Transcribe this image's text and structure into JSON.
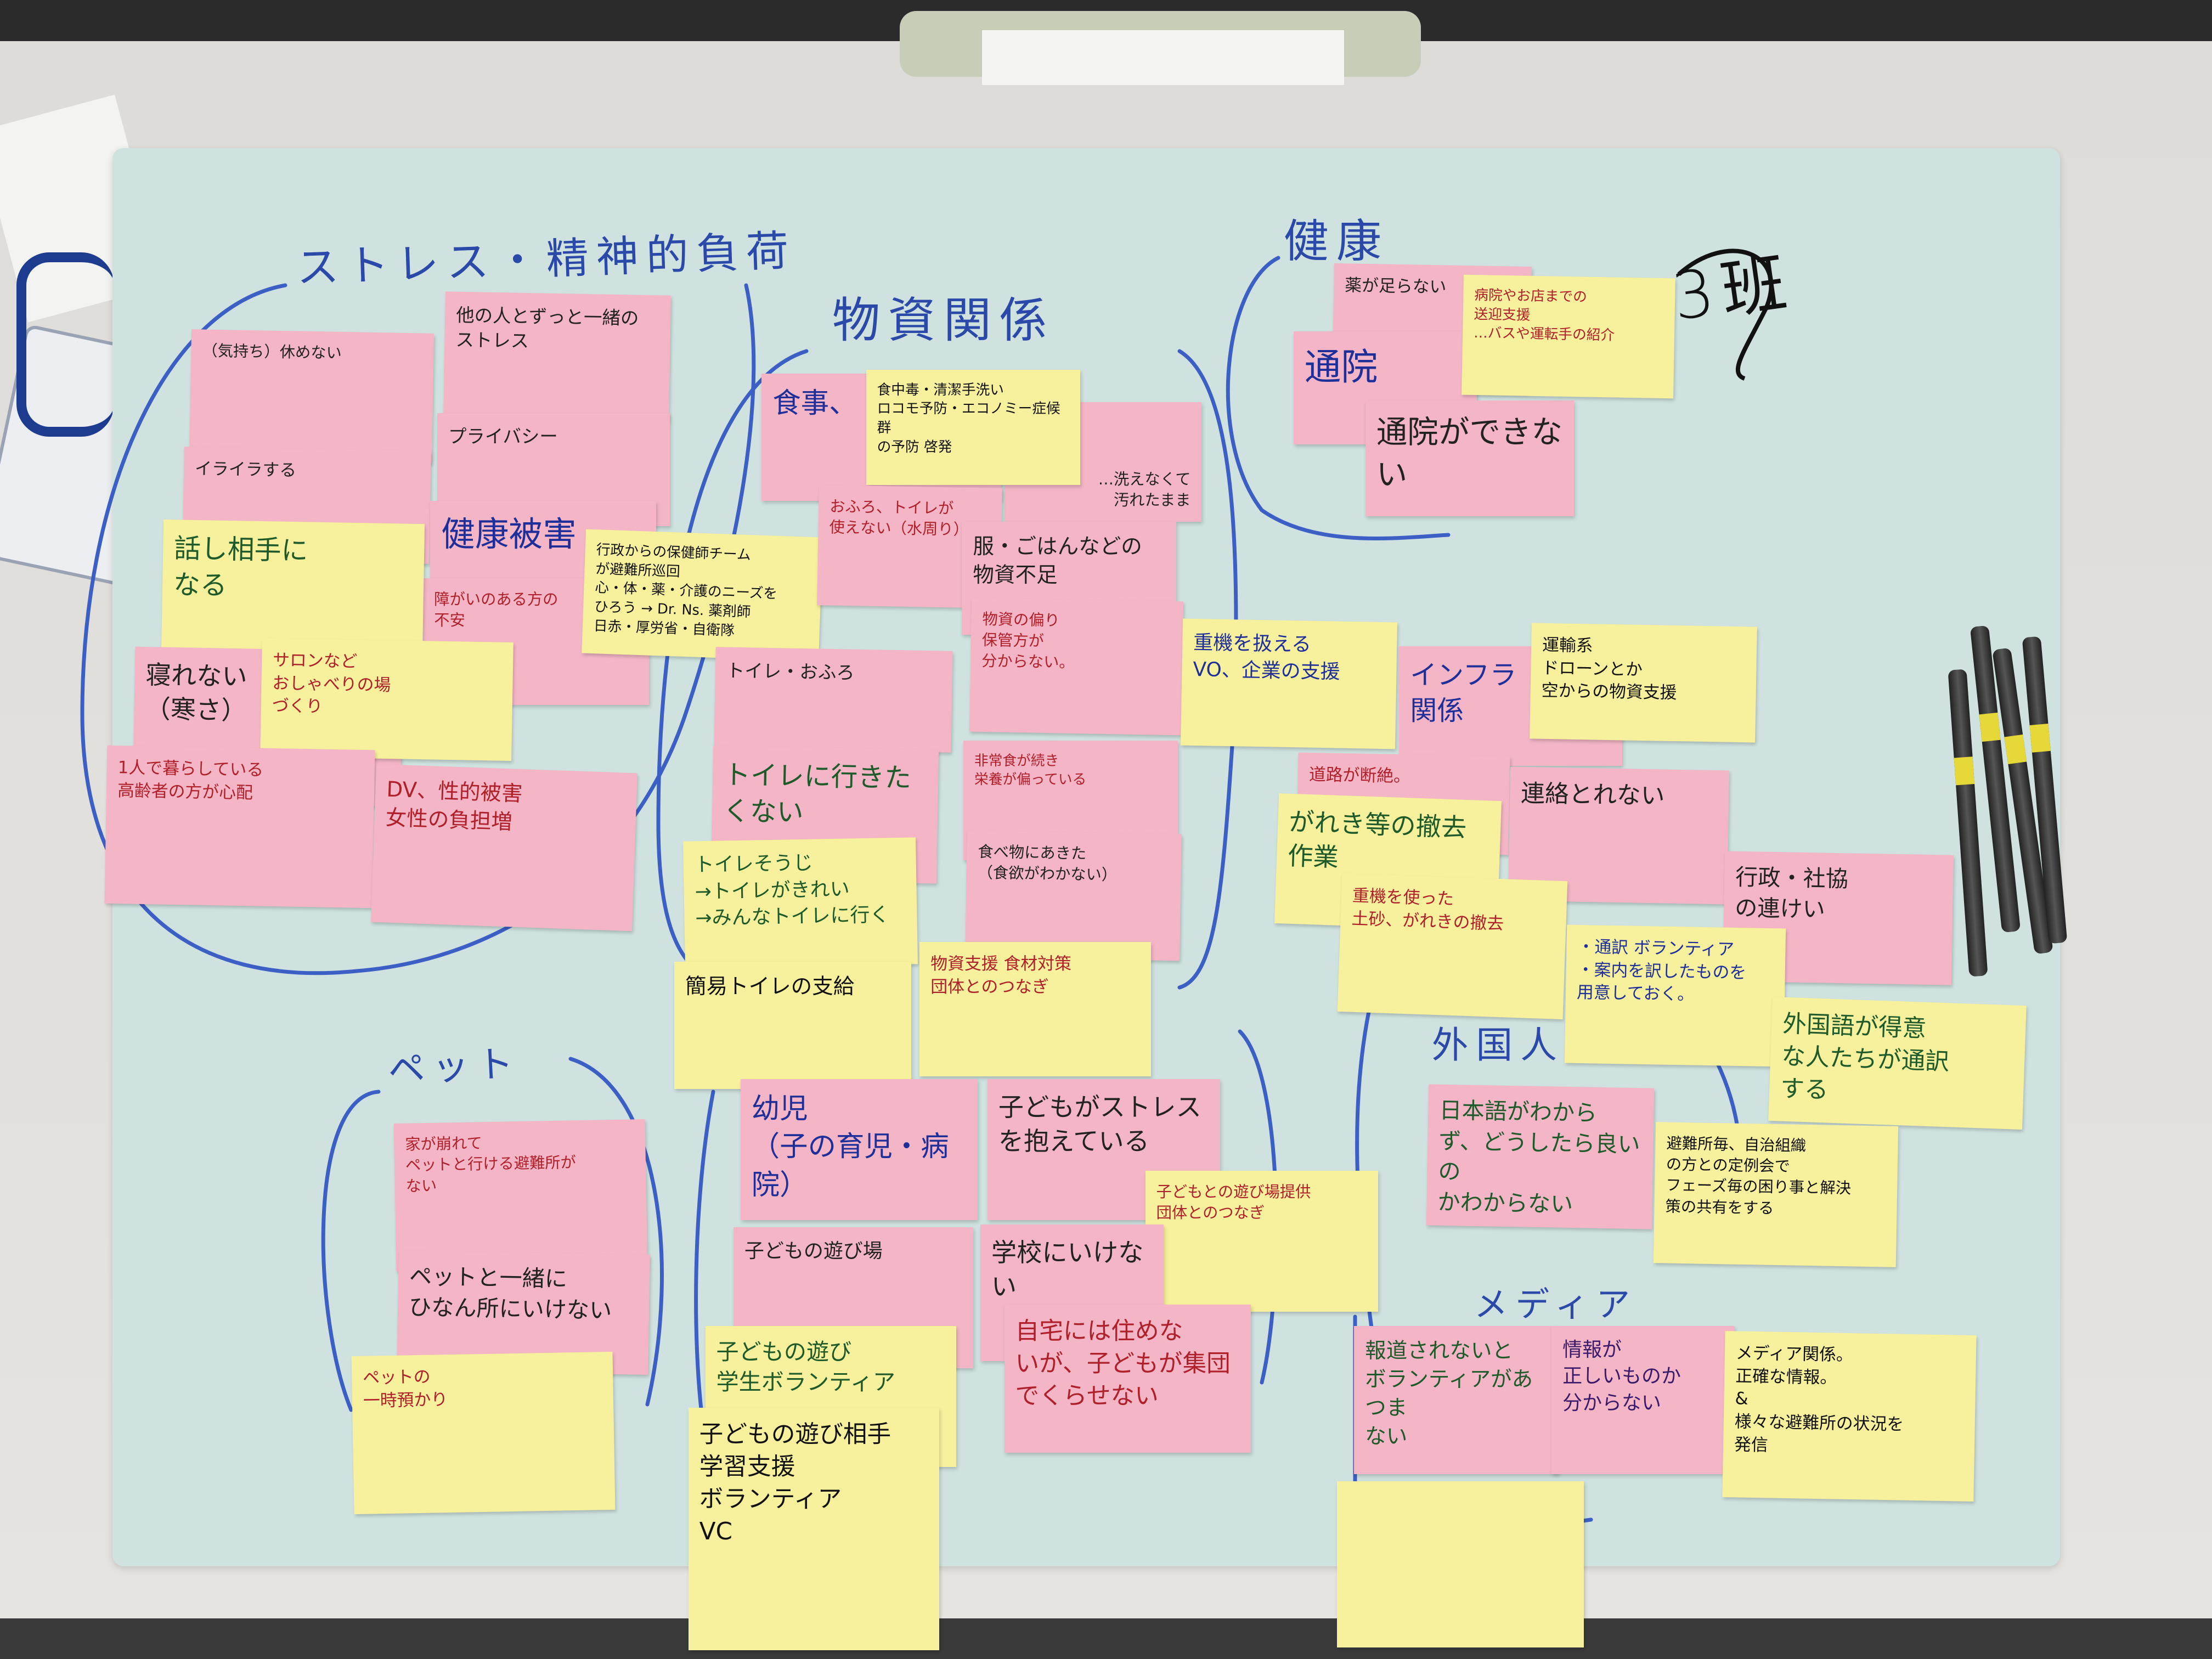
{
  "group_headers": [
    {
      "label": "ストレス・精神的負荷",
      "ink": "#2a49a8"
    },
    {
      "label": "物資関係",
      "ink": "#2a49a8"
    },
    {
      "label": "健康",
      "ink": "#2a49a8"
    },
    {
      "label": "ペット",
      "ink": "#2a49a8"
    },
    {
      "label": "外国人",
      "ink": "#2a49a8"
    },
    {
      "label": "メディア",
      "ink": "#2a49a8"
    },
    {
      "label": "3班",
      "ink": "#111111"
    }
  ],
  "note_colors": {
    "pink": "#f4b6c6",
    "yellow": "#f7f09c"
  },
  "notes": [
    {
      "text": "（気持ち）休めない",
      "color": "pink",
      "ink": "#222222"
    },
    {
      "text": "他の人とずっと一緒の\nストレス",
      "color": "pink",
      "ink": "#222222"
    },
    {
      "text": "イライラする",
      "color": "pink",
      "ink": "#222222"
    },
    {
      "text": "プライバシー",
      "color": "pink",
      "ink": "#222222"
    },
    {
      "text": "健康被害",
      "color": "pink",
      "ink": "#1f2f9a"
    },
    {
      "text": "障がいのある方の\n不安",
      "color": "pink",
      "ink": "#b0202a"
    },
    {
      "text": "話し相手に\nなる",
      "color": "yellow",
      "ink": "#1f5a2a"
    },
    {
      "text": "寝れない\n（寒さ）",
      "color": "pink",
      "ink": "#222222"
    },
    {
      "text": "サロンなど\nおしゃべりの場\nづくり",
      "color": "yellow",
      "ink": "#b0202a"
    },
    {
      "text": "行政からの保健師チーム\nが避難所巡回\n心・体・薬・介護のニーズを\nひろう → Dr. Ns. 薬剤師\n日赤・厚労省・自衛隊",
      "color": "yellow",
      "ink": "#111111"
    },
    {
      "text": "1人で暮らしている\n高齢者の方が心配",
      "color": "pink",
      "ink": "#b0202a"
    },
    {
      "text": "DV、性的被害\n女性の負担増",
      "color": "pink",
      "ink": "#b0202a"
    },
    {
      "text": "食事、",
      "color": "pink",
      "ink": "#1f2f9a"
    },
    {
      "text": "…洗えなくて\n汚れたまま",
      "color": "pink",
      "ink": "#222222"
    },
    {
      "text": "食中毒・清潔手洗い\nロコモ予防・エコノミー症候群\nの予防 啓発",
      "color": "yellow",
      "ink": "#111111"
    },
    {
      "text": "おふろ、トイレが\n使えない（水周り）",
      "color": "pink",
      "ink": "#b0202a"
    },
    {
      "text": "服・ごはんなどの\n物資不足",
      "color": "pink",
      "ink": "#222222"
    },
    {
      "text": "物資の偏り\n保管方が\n分からない。",
      "color": "pink",
      "ink": "#b0202a"
    },
    {
      "text": "トイレ・おふろ",
      "color": "pink",
      "ink": "#222222"
    },
    {
      "text": "トイレに行きた\nくない",
      "color": "pink",
      "ink": "#1f5a2a"
    },
    {
      "text": "非常食が続き\n栄養が偏っている",
      "color": "pink",
      "ink": "#b0202a"
    },
    {
      "text": "食べ物にあきた\n（食欲がわかない）",
      "color": "pink",
      "ink": "#222222"
    },
    {
      "text": "トイレそうじ\n→トイレがきれい\n→みんなトイレに行く",
      "color": "yellow",
      "ink": "#1f5a2a"
    },
    {
      "text": "簡易トイレの支給",
      "color": "yellow",
      "ink": "#111111"
    },
    {
      "text": "物資支援 食材対策\n団体とのつなぎ",
      "color": "yellow",
      "ink": "#b0202a"
    },
    {
      "text": "幼児\n（子の育児・病院）",
      "color": "pink",
      "ink": "#1f2f9a"
    },
    {
      "text": "子どもがストレス\nを抱えている",
      "color": "pink",
      "ink": "#222222"
    },
    {
      "text": "子どもとの遊び場提供\n団体とのつなぎ",
      "color": "yellow",
      "ink": "#b0202a"
    },
    {
      "text": "子どもの遊び場",
      "color": "pink",
      "ink": "#222222"
    },
    {
      "text": "学校にいけない",
      "color": "pink",
      "ink": "#222222"
    },
    {
      "text": "自宅には住めな\nいが、子どもが集団\nでくらせない",
      "color": "pink",
      "ink": "#b0202a"
    },
    {
      "text": "子どもの遊び\n学生ボランティア",
      "color": "yellow",
      "ink": "#1f5a2a"
    },
    {
      "text": "子どもの遊び相手\n学習支援\nボランティア\nVC",
      "color": "yellow",
      "ink": "#111111"
    },
    {
      "text": "家が崩れて\nペットと行ける避難所が\nない",
      "color": "pink",
      "ink": "#b0202a"
    },
    {
      "text": "ペットと一緒に\nひなん所にいけない",
      "color": "pink",
      "ink": "#222222"
    },
    {
      "text": "ペットの\n一時預かり",
      "color": "yellow",
      "ink": "#b0202a"
    },
    {
      "text": "薬が足らない",
      "color": "pink",
      "ink": "#222222"
    },
    {
      "text": "通院",
      "color": "pink",
      "ink": "#1f2f9a"
    },
    {
      "text": "通院ができない",
      "color": "pink",
      "ink": "#222222"
    },
    {
      "text": "病院やお店までの\n送迎支援\n…バスや運転手の紹介",
      "color": "yellow",
      "ink": "#b0202a"
    },
    {
      "text": "重機を扱える\nVO、企業の支援",
      "color": "yellow",
      "ink": "#1f2f9a"
    },
    {
      "text": "インフラ\n関係",
      "color": "pink",
      "ink": "#1f2f9a"
    },
    {
      "text": "運輸系\nドローンとか\n空からの物資支援",
      "color": "yellow",
      "ink": "#111111"
    },
    {
      "text": "道路が断絶。",
      "color": "pink",
      "ink": "#b0202a"
    },
    {
      "text": "連絡とれない",
      "color": "pink",
      "ink": "#222222"
    },
    {
      "text": "がれき等の撤去\n作業",
      "color": "yellow",
      "ink": "#1f5a2a"
    },
    {
      "text": "重機を使った\n土砂、がれきの撤去",
      "color": "yellow",
      "ink": "#b0202a"
    },
    {
      "text": "行政・社協\nの連けい",
      "color": "pink",
      "ink": "#222222"
    },
    {
      "text": "・通訳 ボランティア\n・案内を訳したものを\n用意しておく。",
      "color": "yellow",
      "ink": "#1f2f9a"
    },
    {
      "text": "外国語が得意\nな人たちが通訳\nする",
      "color": "yellow",
      "ink": "#1f5a2a"
    },
    {
      "text": "日本語がわから\nず、どうしたら良いの\nかわからない",
      "color": "pink",
      "ink": "#1f5a2a"
    },
    {
      "text": "避難所毎、自治組織\nの方との定例会で\nフェーズ毎の困り事と解決\n策の共有をする",
      "color": "yellow",
      "ink": "#111111"
    },
    {
      "text": "報道されないと\nボランティアがあつま\nない",
      "color": "pink",
      "ink": "#1f5a2a"
    },
    {
      "text": "情報が\n正しいものか\n分からない",
      "color": "pink",
      "ink": "#3a1a6a"
    },
    {
      "text": "メディア関係。\n正確な情報。\n&\n様々な避難所の状況を\n発信",
      "color": "yellow",
      "ink": "#111111"
    },
    {
      "text": "",
      "color": "yellow",
      "ink": "#111111"
    }
  ]
}
